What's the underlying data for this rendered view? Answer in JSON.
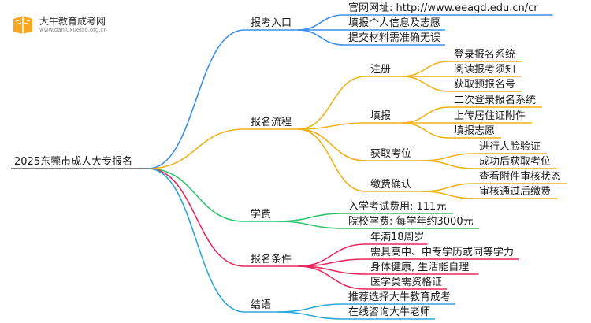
{
  "logo": {
    "name": "大牛教育成考网",
    "url": "www.daniuxueiao.org.cn"
  },
  "root": "2025东莞市成人大专报名",
  "branches": [
    {
      "label": "报考入口",
      "color": "#3b8ef0",
      "items": [
        {
          "label": "官网网址: http://www.eeagd.edu.cn/cr"
        },
        {
          "label": "填报个人信息及志愿"
        },
        {
          "label": "提交材料需准确无误"
        }
      ]
    },
    {
      "label": "报名流程",
      "color": "#f0b21a",
      "items": [
        {
          "label": "注册",
          "children": [
            "登录报名系统",
            "阅读报考须知",
            "获取预报名号"
          ]
        },
        {
          "label": "填报",
          "children": [
            "二次登录报名系统",
            "上传居住证附件",
            "填报志愿"
          ]
        },
        {
          "label": "获取考位",
          "children": [
            "进行人脸验证",
            "成功后获取考位"
          ]
        },
        {
          "label": "缴费确认",
          "children": [
            "查看附件审核状态",
            "审核通过后缴费"
          ]
        }
      ]
    },
    {
      "label": "学费",
      "color": "#2fc46b",
      "items": [
        {
          "label": "入学考试费用: 111元"
        },
        {
          "label": "院校学费: 每学年约3000元"
        }
      ]
    },
    {
      "label": "报名条件",
      "color": "#e8285c",
      "items": [
        {
          "label": "年满18周岁"
        },
        {
          "label": "需具高中、中专学历或同等学力"
        },
        {
          "label": "身体健康, 生活能自理"
        },
        {
          "label": "医学类需资格证"
        }
      ]
    },
    {
      "label": "结语",
      "color": "#2ca8d8",
      "items": [
        {
          "label": "推荐选择大牛教育成考"
        },
        {
          "label": "在线咨询大牛老师"
        }
      ]
    }
  ]
}
